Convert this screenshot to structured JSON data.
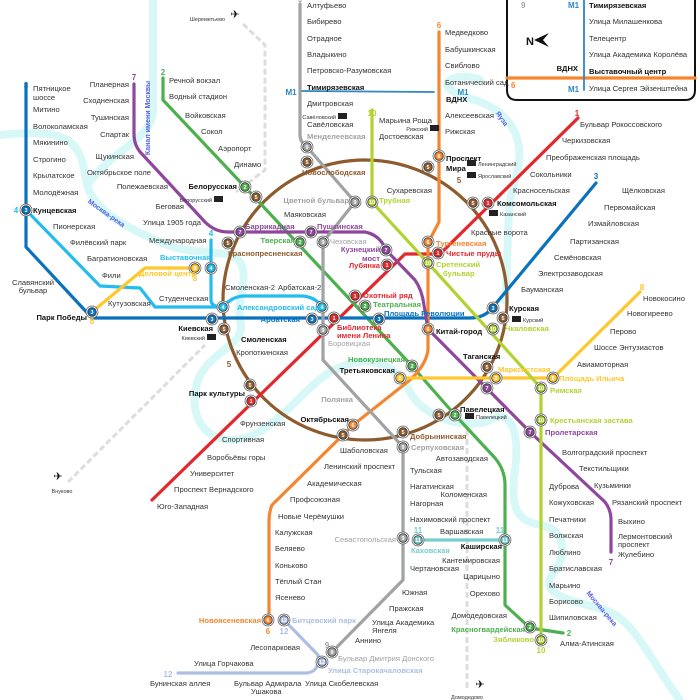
{
  "lines": {
    "l1": {
      "number": "1",
      "color": "#e4262d"
    },
    "l2": {
      "number": "2",
      "color": "#4db04e"
    },
    "l3": {
      "number": "3",
      "color": "#0a72bd"
    },
    "l4": {
      "number": "4",
      "color": "#24bcef"
    },
    "l5": {
      "number": "5",
      "color": "#8d5b2d"
    },
    "l6": {
      "number": "6",
      "color": "#f58631"
    },
    "l7": {
      "number": "7",
      "color": "#8e479c"
    },
    "l8": {
      "number": "8",
      "color": "#ffc72c"
    },
    "l9": {
      "number": "9",
      "color": "#a1a2a3"
    },
    "l10": {
      "number": "10",
      "color": "#b1d332"
    },
    "l11": {
      "number": "11",
      "color": "#79cdcd"
    },
    "l12": {
      "number": "12",
      "color": "#acbfe3"
    },
    "m1": {
      "number": "M1",
      "color": "#2c87c5"
    }
  },
  "stations": [
    "Бульвар Рокоссовского",
    "Черкизовская",
    "Преображенская площадь",
    "Сокольники",
    "Красносельская",
    "Комсомольская",
    "Красные ворота",
    "Чистые пруды",
    "Лубянка",
    "Охотный ряд",
    "Библиотека",
    "имени Ленина",
    "Кропоткинская",
    "Парк культуры",
    "Фрунзенская",
    "Спортивная",
    "Воробьёвы горы",
    "Университет",
    "Проспект Вернадского",
    "Юго-Западная",
    "Речной вокзал",
    "Водный стадион",
    "Войковская",
    "Сокол",
    "Аэропорт",
    "Динамо",
    "Белорусская",
    "Маяковская",
    "Тверская",
    "Театральная",
    "Новокузнецкая",
    "Павелецкая",
    "Автозаводская",
    "Коломенская",
    "Каширская",
    "Кантемировская",
    "Царицыно",
    "Орехово",
    "Домодедовская",
    "Красногвардейская",
    "Алма-Атинская",
    "Пятницкое",
    "шоссе",
    "Митино",
    "Волоколамская",
    "Мякинино",
    "Строгино",
    "Крылатское",
    "Молодёжная",
    "Кунцевская",
    "Славянский",
    "бульвар",
    "Парк Победы",
    "Киевская",
    "Арбатская",
    "Площадь Революции",
    "Курская",
    "Бауманская",
    "Электрозаводская",
    "Семёновская",
    "Партизанская",
    "Измайловская",
    "Первомайская",
    "Щёлковская",
    "Пионерская",
    "Филёвский парк",
    "Багратионовская",
    "Фили",
    "Кутузовская",
    "Студенческая",
    "Смоленская-2",
    "Арбатская-2",
    "Александровский сад",
    "Выставочная",
    "Международная",
    "Смоленская",
    "Новослободская",
    "Проспект",
    "Мира",
    "Таганская",
    "Добрынинская",
    "Октябрьская",
    "Краснопресненская",
    "Медведково",
    "Бабушкинская",
    "Свиблово",
    "Ботанический сад",
    "ВДНХ",
    "Алексеевская",
    "Рижская",
    "Сухаревская",
    "Тургеневская",
    "Китай-город",
    "Третьяковская",
    "Шаболовская",
    "Ленинский проспект",
    "Академическая",
    "Профсоюзная",
    "Новые Черёмушки",
    "Калужская",
    "Беляево",
    "Коньково",
    "Тёплый Стан",
    "Ясенево",
    "Новоясеневская",
    "Планерная",
    "Сходненская",
    "Тушинская",
    "Спартак",
    "Щукинская",
    "Октябрьское поле",
    "Полежаевская",
    "Беговая",
    "Улица 1905 года",
    "Баррикадная",
    "Пушкинская",
    "Кузнецкий",
    "мост",
    "Пролетарская",
    "Волгоградский проспект",
    "Текстильщики",
    "Кузьминки",
    "Рязанский проспект",
    "Выхино",
    "Лермонтовский",
    "проспект",
    "Жулебино",
    "Новокосино",
    "Новогиреево",
    "Перово",
    "Шоссе Энтузиастов",
    "Авиамоторная",
    "Площадь Ильича",
    "Марксистская",
    "Деловой центр",
    "Алтуфьево",
    "Бибирево",
    "Отрадное",
    "Владыкино",
    "Петровско-Разумовская",
    "Тимирязевская",
    "Дмитровская",
    "Савёловская",
    "Менделеевская",
    "Цветной бульвар",
    "Чеховская",
    "Боровицкая",
    "Полянка",
    "Серпуховская",
    "Тульская",
    "Нагатинская",
    "Нагорная",
    "Нахимовский проспект",
    "Севастопольская",
    "Чертановская",
    "Южная",
    "Пражская",
    "Улица Академика",
    "Янгеля",
    "Аннино",
    "Бульвар Дмитрия Донского",
    "Марьина Роща",
    "Достоевская",
    "Трубная",
    "Сретенский",
    "бульвар",
    "Чкаловская",
    "Римская",
    "Крестьянская застава",
    "Дуброва",
    "Кожуховская",
    "Печатники",
    "Волжская",
    "Люблино",
    "Братиславская",
    "Марьино",
    "Борисово",
    "Шипиловская",
    "Зябликово",
    "Варшавская",
    "Каховская",
    "Битцевский парк",
    "Лесопарковая",
    "Улица Старокачаловская",
    "Улица Горчакова",
    "Бунинская аллея",
    "Бульвар Адмирала",
    "Ушакова",
    "Улица Скобелевская"
  ],
  "inset": {
    "compass": "N",
    "stations": [
      "Тимирязевская",
      "Улица Милашенкова",
      "Телецентр",
      "Улица Академика Королёва",
      "Выставочный центр",
      "Улица Сергея Эйзенштейна"
    ],
    "vdnh": "ВДНХ",
    "line_labels": [
      "9",
      "M1",
      "6",
      "M1"
    ]
  },
  "railway_stations": [
    "Савёловский",
    "Рижский",
    "Ленинградский",
    "Ярославский",
    "Казанский",
    "Белорусский",
    "Киевский",
    "Курский",
    "Павелецкий"
  ],
  "airports": [
    "Шереметьево",
    "Внуково",
    "Домодедово"
  ],
  "rivers": [
    "Канал имени Москвы",
    "Москва-река",
    "Яуза",
    "Москва-река"
  ]
}
